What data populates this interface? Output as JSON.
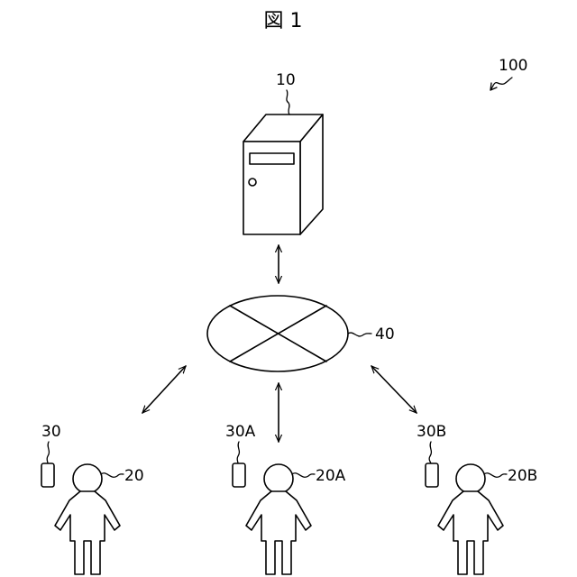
{
  "figure": {
    "title": "図 1",
    "system_label": "100"
  },
  "server": {
    "label": "10",
    "icon": "server-tower-icon"
  },
  "network": {
    "label": "40",
    "icon": "network-cloud-icon"
  },
  "users": [
    {
      "person_label": "20",
      "device_label": "30"
    },
    {
      "person_label": "20A",
      "device_label": "30A"
    },
    {
      "person_label": "20B",
      "device_label": "30B"
    }
  ]
}
